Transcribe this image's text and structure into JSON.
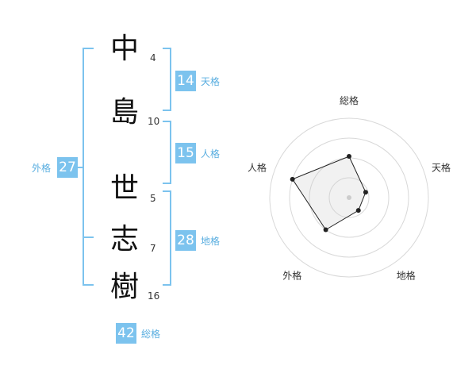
{
  "name": {
    "characters": [
      {
        "char": "中",
        "strokes": "4"
      },
      {
        "char": "島",
        "strokes": "10"
      },
      {
        "char": "世",
        "strokes": "5"
      },
      {
        "char": "志",
        "strokes": "7"
      },
      {
        "char": "樹",
        "strokes": "16"
      }
    ]
  },
  "fortunes": {
    "tenkaku": {
      "value": "14",
      "label": "天格"
    },
    "jinkaku": {
      "value": "15",
      "label": "人格"
    },
    "chikaku": {
      "value": "28",
      "label": "地格"
    },
    "gaikaku": {
      "value": "27",
      "label": "外格"
    },
    "soukaku": {
      "value": "42",
      "label": "総格"
    }
  },
  "colors": {
    "accent": "#7cc3ee",
    "accent_text": "#5aaee0"
  },
  "chart_data": {
    "type": "radar",
    "categories": [
      "総格",
      "天格",
      "地格",
      "外格",
      "人格"
    ],
    "values": [
      0.52,
      0.22,
      0.2,
      0.5,
      0.75
    ],
    "rings": 4
  }
}
